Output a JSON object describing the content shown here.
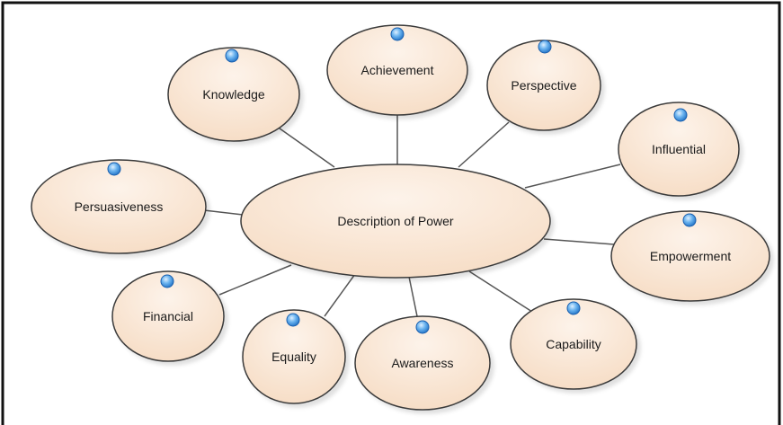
{
  "diagram": {
    "central": {
      "label": "Description of Power"
    },
    "nodes": [
      {
        "label": "Knowledge"
      },
      {
        "label": "Achievement"
      },
      {
        "label": "Perspective"
      },
      {
        "label": "Influential"
      },
      {
        "label": "Empowerment"
      },
      {
        "label": "Capability"
      },
      {
        "label": "Awareness"
      },
      {
        "label": "Equality"
      },
      {
        "label": "Financial"
      },
      {
        "label": "Persuasiveness"
      }
    ],
    "colors": {
      "node_fill_light": "#fdf3ea",
      "node_fill_dark": "#f6dcc4",
      "node_stroke": "#3a3a3a",
      "connector": "#555555",
      "marker": "#4a9ee8",
      "frame": "#111111"
    },
    "marker_icon": "blue-sphere-icon"
  }
}
